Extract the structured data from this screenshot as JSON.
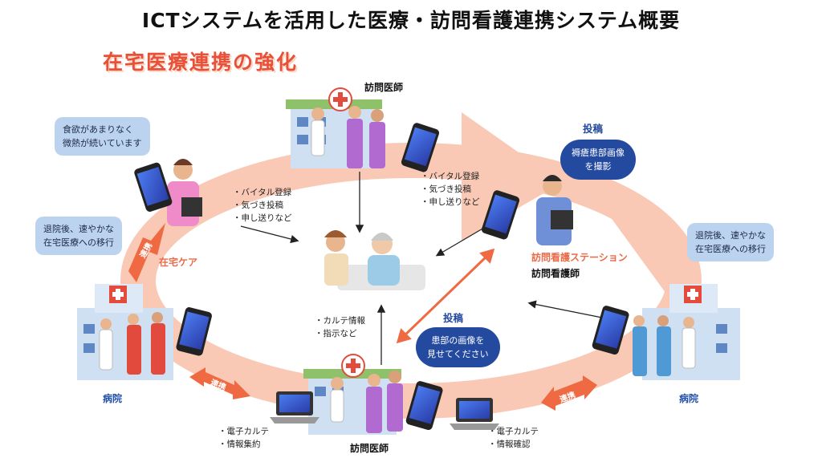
{
  "title": "ICTシステムを活用した医療・訪問看護連携システム概要",
  "subtitle": "在宅医療連携の強化",
  "labels": {
    "visiting_doctor_top": "訪問医師",
    "visiting_doctor_bottom": "訪問医師",
    "home_care": "在宅ケア",
    "station": "訪問看護ステーション",
    "nurse": "訪問看護師",
    "hospital_left": "病院",
    "hospital_right": "病院"
  },
  "bubbles": {
    "patient": [
      "食欲があまりなく",
      "微熱が続いています"
    ],
    "discharge_left": [
      "退院後、速やかな",
      "在宅医療への移行"
    ],
    "discharge_right": [
      "退院後、速やかな",
      "在宅医療への移行"
    ],
    "nurse_post": [
      "褥瘡患部画像",
      "を撮影"
    ],
    "doctor_post": [
      "患部の画像を",
      "見せてください"
    ]
  },
  "tags": {
    "post_top": "投稿",
    "post_middle": "投稿"
  },
  "notes": {
    "home_care": [
      "バイタル登録",
      "気づき投稿",
      "申し送りなど"
    ],
    "doctor_top": [
      "バイタル登録",
      "気づき投稿",
      "申し送りなど"
    ],
    "doctor_bottom": [
      "カルテ情報",
      "指示など"
    ],
    "hospital_left": [
      "電子カルテ",
      "情報集約"
    ],
    "hospital_right": [
      "電子カルテ",
      "情報確認"
    ]
  },
  "arrow_labels": {
    "home_hospital": "連携",
    "bottom_left": "連携",
    "bottom_right": "連携"
  },
  "colors": {
    "cycle": "#f9c9b5",
    "accent_orange": "#ef6a42",
    "bubble_light": "#bcd3f0",
    "bubble_dark": "#244aa0",
    "title_red": "#e8503a"
  }
}
